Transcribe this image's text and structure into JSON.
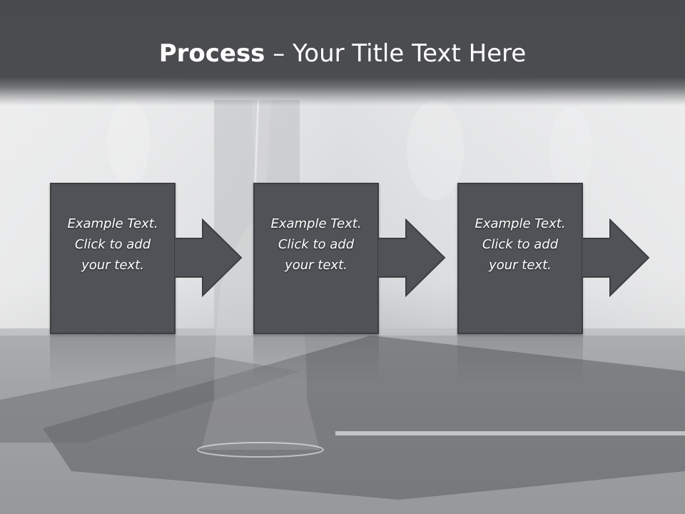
{
  "slide": {
    "title_bold": "Process",
    "title_rest": " – Your Title Text Here"
  },
  "steps": [
    {
      "line1": "Example Text.",
      "line2": "Click  to add",
      "line3": "your text."
    },
    {
      "line1": "Example Text.",
      "line2": "Click  to add",
      "line3": "your text."
    },
    {
      "line1": "Example Text.",
      "line2": "Click  to add",
      "line3": "your text."
    }
  ],
  "colors": {
    "title_bar": "#4a4c4f",
    "box_fill": "#4f5256",
    "box_border": "#3c3e41",
    "text": "#ffffff"
  },
  "icons": [
    "right-arrow-icon"
  ]
}
